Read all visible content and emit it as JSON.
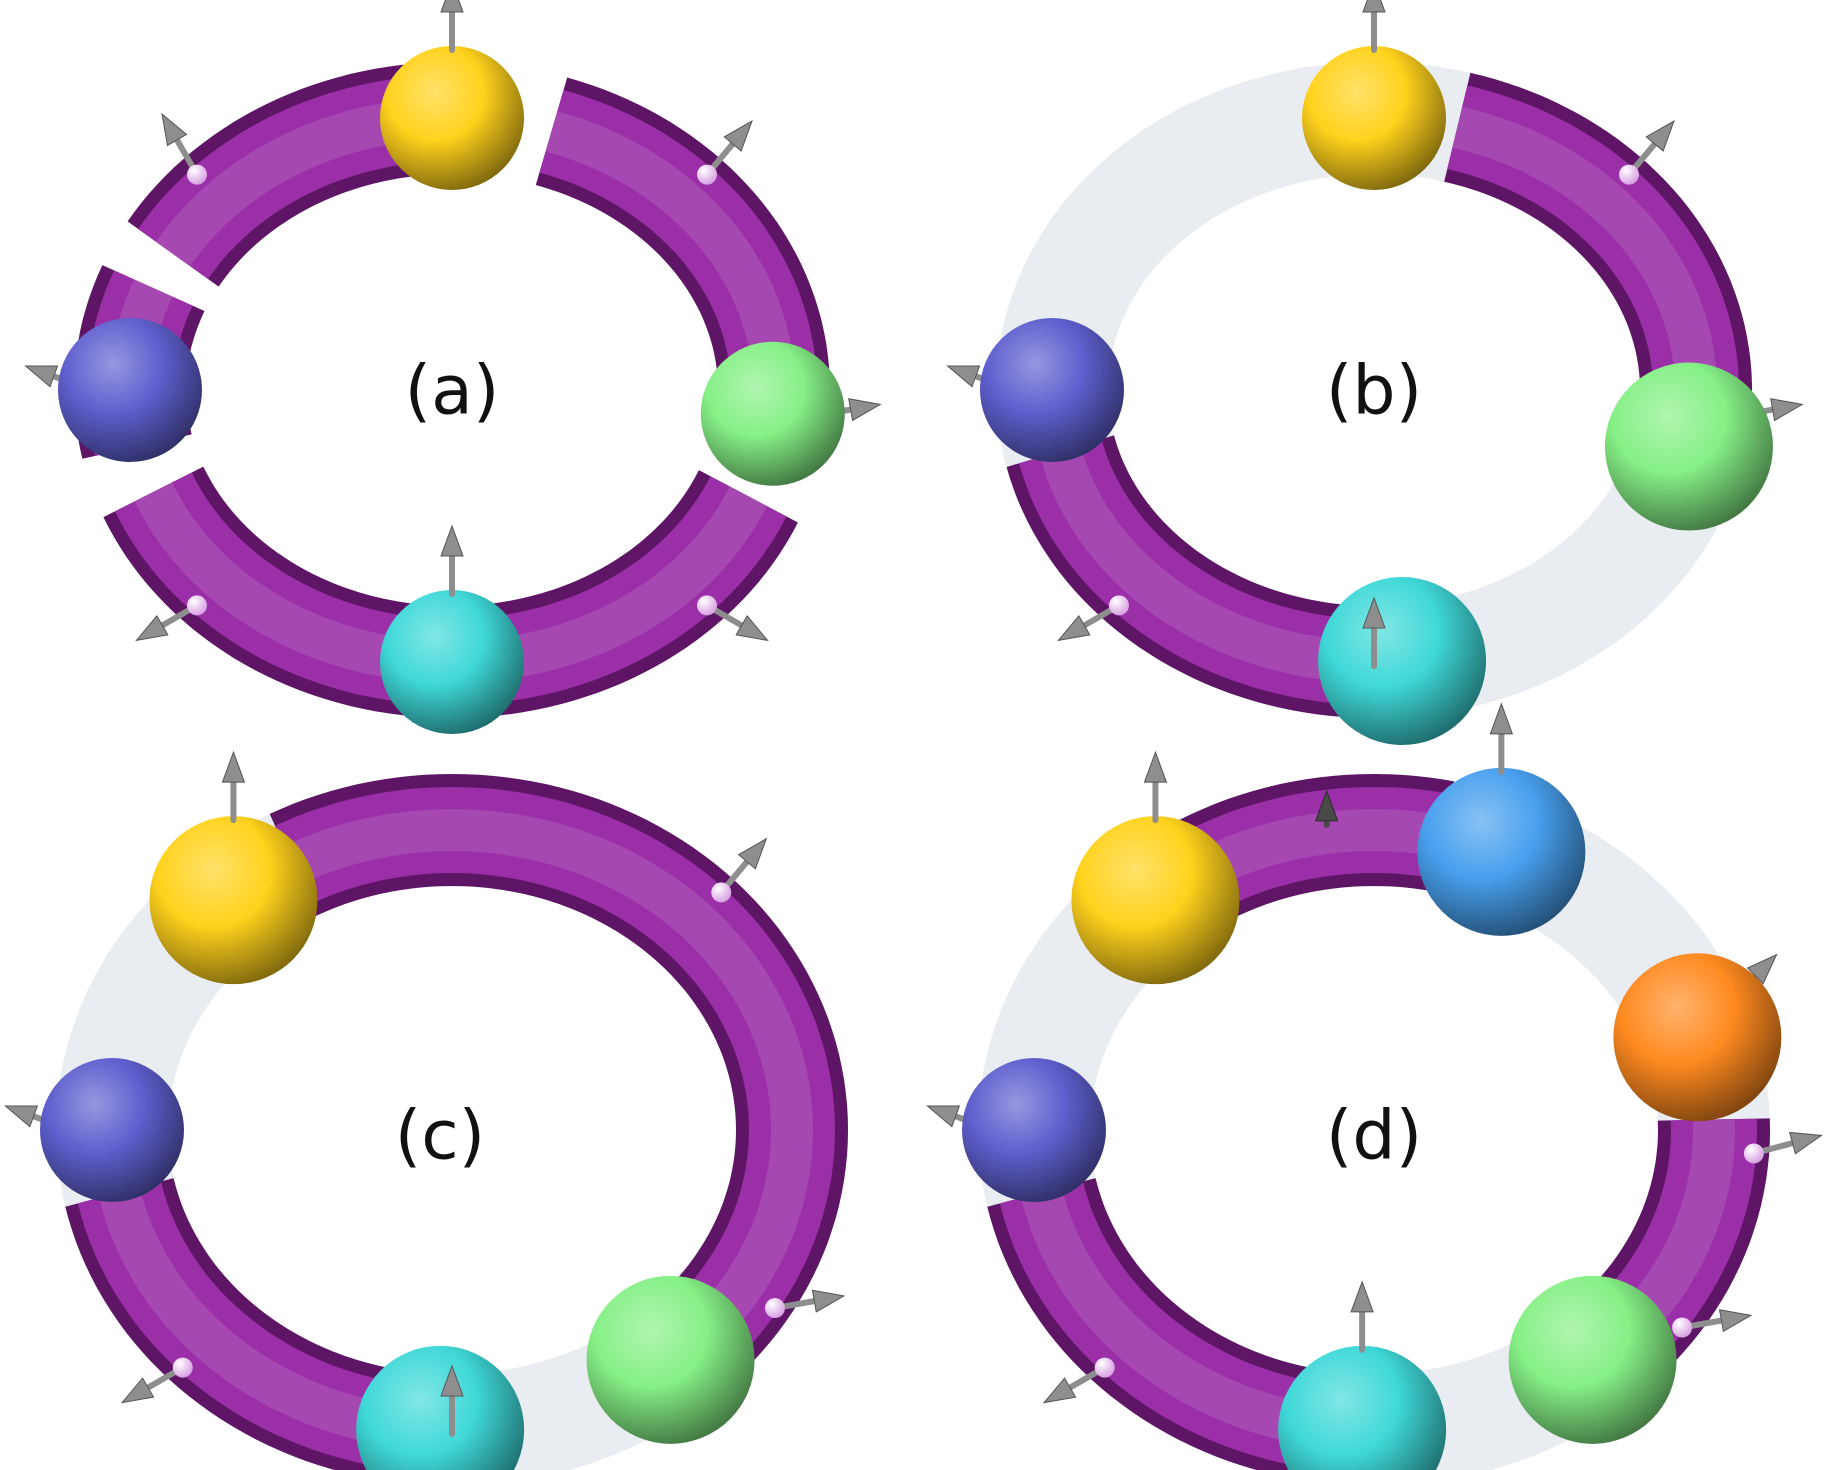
{
  "colors": {
    "tube": "#9a2fa8",
    "tube_dark": "#5e1566",
    "ghost": "#e9edf1",
    "arrow": "#8e8e8e",
    "arrow_dark": "#4a4a4a",
    "knob": "#d9a2e3",
    "yellow": "#ffd21c",
    "indigo": "#5f5fcf",
    "green": "#86f086",
    "cyan": "#3fd8d8",
    "blue": "#48a0ee",
    "orange": "#ff8a20"
  },
  "panels": [
    {
      "label": "(a)",
      "ring_segments": [
        [
          -150,
          -88
        ],
        [
          -72,
          12
        ],
        [
          23,
          87
        ],
        [
          96,
          158
        ],
        [
          168,
          202
        ]
      ],
      "ghost": false,
      "spheres": [
        {
          "color": "yellow",
          "angle": -90,
          "size": "small"
        },
        {
          "color": "green",
          "angle": 5,
          "size": "small"
        },
        {
          "color": "cyan",
          "angle": 90,
          "size": "small"
        },
        {
          "color": "indigo",
          "angle": 180,
          "size": "small"
        }
      ],
      "knob_arrows": [
        {
          "angle": -135,
          "dir": -120
        },
        {
          "angle": -45,
          "dir": -50
        },
        {
          "angle": 45,
          "dir": 30
        },
        {
          "angle": 135,
          "dir": 150
        },
        {
          "angle": 180,
          "dir": 200
        },
        {
          "angle": 5,
          "dir": -10
        }
      ],
      "cap_arrows": [
        {
          "angle": -90
        },
        {
          "angle": 90
        }
      ]
    },
    {
      "label": "(b)",
      "ring_segments": [
        [
          -75,
          12
        ],
        [
          95,
          168
        ]
      ],
      "ghost": true,
      "spheres": [
        {
          "color": "yellow",
          "angle": -90,
          "size": "small"
        },
        {
          "color": "green",
          "angle": 12,
          "size": "large"
        },
        {
          "color": "cyan",
          "angle": 85,
          "size": "large"
        },
        {
          "color": "indigo",
          "angle": 180,
          "size": "small"
        }
      ],
      "knob_arrows": [
        {
          "angle": -45,
          "dir": -50
        },
        {
          "angle": 135,
          "dir": 150
        },
        {
          "angle": 180,
          "dir": 200
        },
        {
          "angle": 5,
          "dir": -10
        }
      ],
      "cap_arrows": [
        {
          "angle": -90
        },
        {
          "angle": 90
        }
      ]
    },
    {
      "label": "(c)",
      "ring_segments": [
        [
          -118,
          50
        ],
        [
          96,
          168
        ]
      ],
      "ghost": true,
      "spheres": [
        {
          "color": "yellow",
          "angle": -130,
          "size": "large"
        },
        {
          "color": "green",
          "angle": 50,
          "size": "large"
        },
        {
          "color": "cyan",
          "angle": 92,
          "size": "large"
        },
        {
          "color": "indigo",
          "angle": 180,
          "size": "small"
        }
      ],
      "knob_arrows": [
        {
          "angle": -45,
          "dir": -50
        },
        {
          "angle": 135,
          "dir": 150
        },
        {
          "angle": 180,
          "dir": 200
        },
        {
          "angle": 32,
          "dir": -10
        }
      ],
      "cap_arrows": [
        {
          "angle": -130
        },
        {
          "angle": 90
        }
      ]
    },
    {
      "label": "(d)",
      "ring_segments": [
        [
          -128,
          -78
        ],
        [
          -2,
          48
        ],
        [
          100,
          168
        ]
      ],
      "ghost": true,
      "spheres": [
        {
          "color": "yellow",
          "angle": -130,
          "size": "large"
        },
        {
          "color": "blue",
          "angle": -68,
          "size": "large"
        },
        {
          "color": "orange",
          "angle": -18,
          "size": "large"
        },
        {
          "color": "green",
          "angle": 50,
          "size": "large"
        },
        {
          "color": "cyan",
          "angle": 92,
          "size": "large"
        },
        {
          "color": "indigo",
          "angle": 180,
          "size": "small"
        }
      ],
      "knob_arrows": [
        {
          "angle": 135,
          "dir": 150
        },
        {
          "angle": 180,
          "dir": 200
        },
        {
          "angle": 4,
          "dir": -15
        },
        {
          "angle": 36,
          "dir": -10
        },
        {
          "angle": -22,
          "dir": -45
        }
      ],
      "cap_arrows": [
        {
          "angle": -130
        },
        {
          "angle": -68
        },
        {
          "angle": 92
        },
        {
          "angle": -98,
          "dark": true
        }
      ]
    }
  ]
}
